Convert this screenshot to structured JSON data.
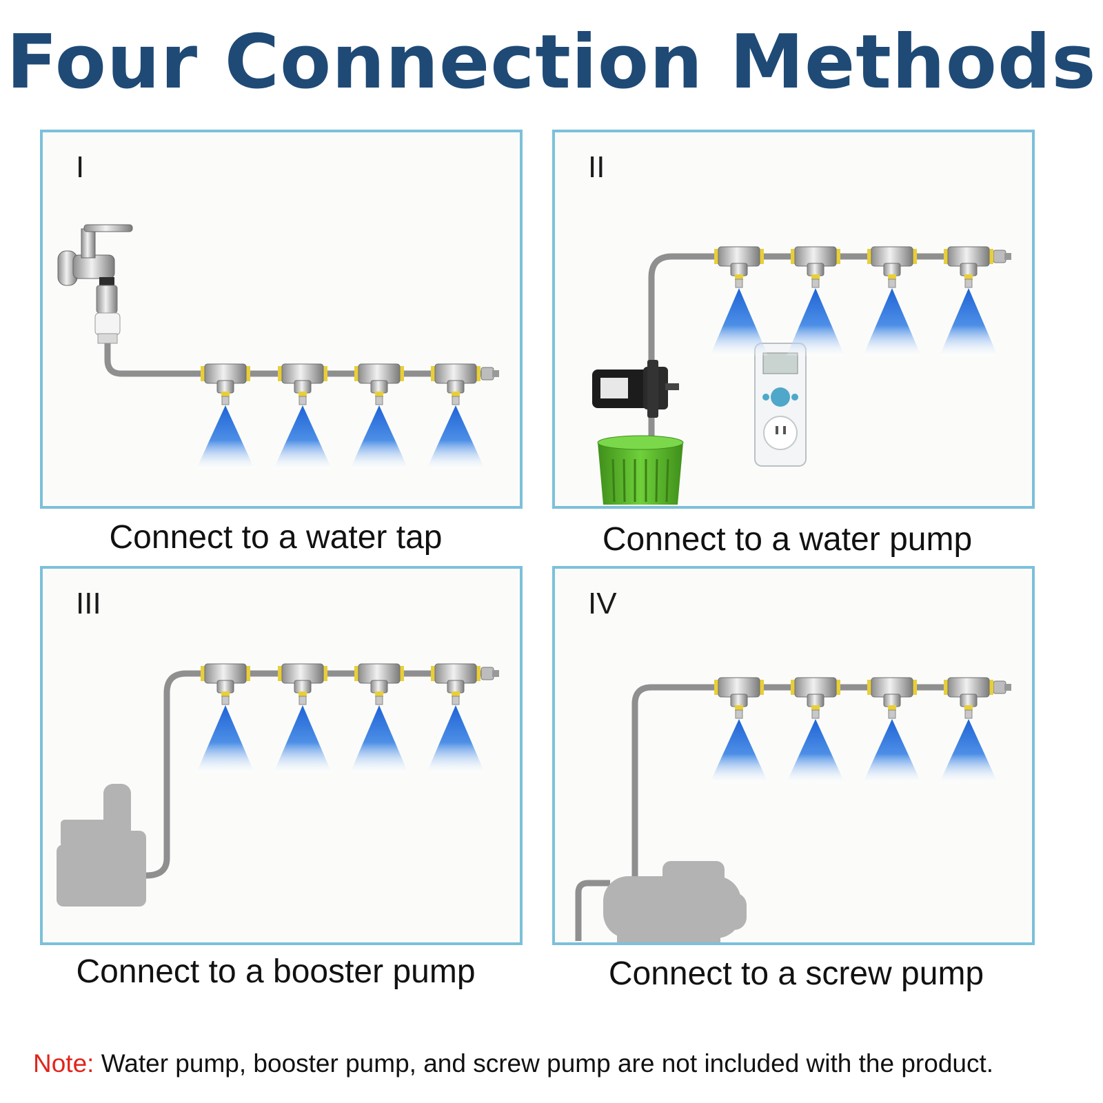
{
  "title": "Four Connection Methods",
  "panels": [
    {
      "numeral": "I",
      "caption": "Connect to a water tap"
    },
    {
      "numeral": "II",
      "caption": "Connect to a water pump"
    },
    {
      "numeral": "III",
      "caption": "Connect to a booster pump"
    },
    {
      "numeral": "IV",
      "caption": "Connect to a screw pump"
    }
  ],
  "note": {
    "label": "Note:",
    "text": " Water pump, booster pump, and screw pump are not included with the product."
  },
  "colors": {
    "title": "#1f4a76",
    "panel_border": "#7cc0da",
    "spray": "#1f63d6",
    "note_label": "#e1251b",
    "pipe": "#9a9a9a",
    "bucket": "#5cb82b"
  }
}
